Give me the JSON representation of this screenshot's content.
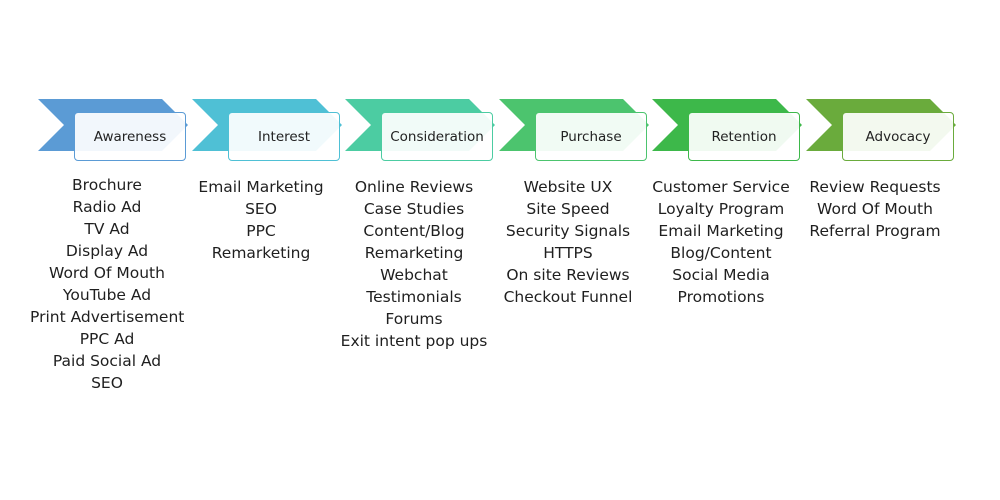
{
  "stages": [
    {
      "title": "Awareness",
      "color": "#5b9bd5",
      "items": [
        "Brochure",
        "Radio Ad",
        "TV Ad",
        "Display Ad",
        "Word Of Mouth",
        "YouTube Ad",
        "Print Advertisement",
        "PPC Ad",
        "Paid Social Ad",
        "SEO"
      ]
    },
    {
      "title": "Interest",
      "color": "#4fc0d5",
      "items": [
        "Email Marketing",
        "SEO",
        "PPC",
        "Remarketing"
      ]
    },
    {
      "title": "Consideration",
      "color": "#4ccca2",
      "items": [
        "Online Reviews",
        "Case Studies",
        "Content/Blog",
        "Remarketing",
        "Webchat",
        "Testimonials",
        "Forums",
        "Exit intent pop ups"
      ]
    },
    {
      "title": "Purchase",
      "color": "#4cc46e",
      "items": [
        "Website UX",
        "Site Speed",
        "Security Signals",
        "HTTPS",
        "On site Reviews",
        "Checkout Funnel"
      ]
    },
    {
      "title": "Retention",
      "color": "#3db84a",
      "items": [
        "Customer Service",
        "Loyalty Program",
        "Email Marketing",
        "Blog/Content",
        "Social Media",
        "Promotions"
      ]
    },
    {
      "title": "Advocacy",
      "color": "#6aab3c",
      "items": [
        "Review Requests",
        "Word Of Mouth",
        "Referral Program"
      ]
    }
  ]
}
